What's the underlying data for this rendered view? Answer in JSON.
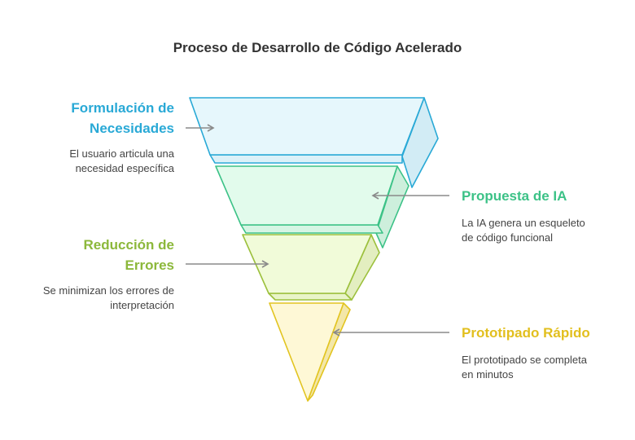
{
  "title": "Proceso de Desarrollo de Código Acelerado",
  "stages": [
    {
      "heading": [
        "Formulación de",
        "Necesidades"
      ],
      "description": [
        "El usuario articula una",
        "necesidad específica"
      ],
      "color": "#29A9D6",
      "fill": "#E6F7FC",
      "stroke": "#29A9D6"
    },
    {
      "heading": [
        "Propuesta de IA"
      ],
      "description": [
        "La IA genera un esqueleto",
        "de código funcional"
      ],
      "color": "#3CC287",
      "fill": "#E2FBEC",
      "stroke": "#3CC287"
    },
    {
      "heading": [
        "Reducción de",
        "Errores"
      ],
      "description": [
        "Se minimizan los errores de",
        "interpretación"
      ],
      "color": "#8CB83B",
      "fill": "#F1FBD9",
      "stroke": "#9CC03C"
    },
    {
      "heading": [
        "Prototipado Rápido"
      ],
      "description": [
        "El prototipado se completa",
        "en minutos"
      ],
      "color": "#E2BF1E",
      "fill": "#FEF8D6",
      "stroke": "#E2C420"
    }
  ]
}
